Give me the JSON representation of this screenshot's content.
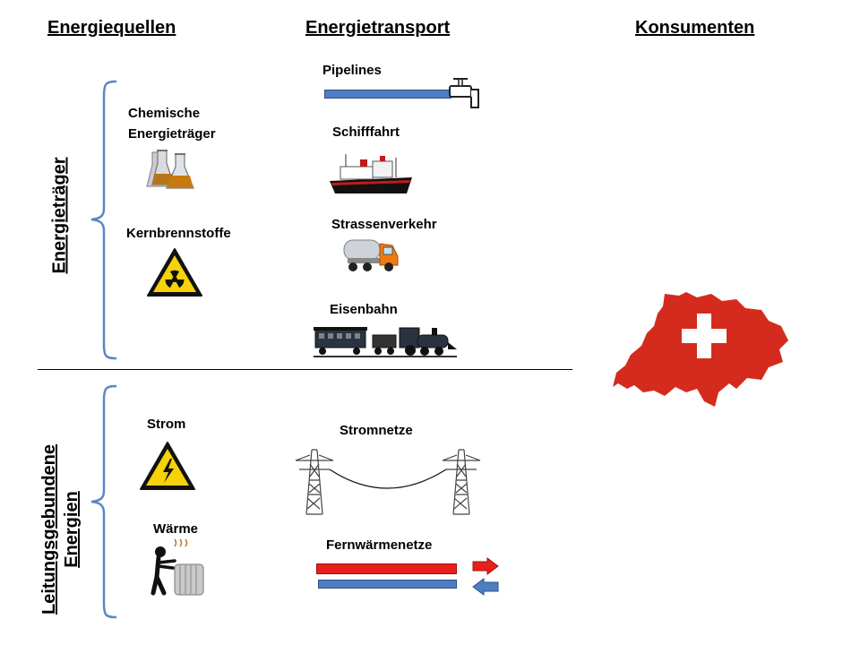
{
  "columns": {
    "sources": "Energiequellen",
    "transport": "Energietransport",
    "consumers": "Konsumenten"
  },
  "groups": {
    "carriers": "Energieträger",
    "grid_line1": "Leitungsgebundene",
    "grid_line2": "Energien"
  },
  "sources": {
    "chemical_line1": "Chemische",
    "chemical_line2": "Energieträger",
    "nuclear": "Kernbrennstoffe",
    "electricity": "Strom",
    "heat": "Wärme"
  },
  "transport": {
    "pipelines": "Pipelines",
    "shipping": "Schifffahrt",
    "road": "Strassenverkehr",
    "rail": "Eisenbahn",
    "power_grid": "Stromnetze",
    "district_heating": "Fernwärmenetze"
  },
  "colors": {
    "bracket": "#5b86c5",
    "pipe_blue": "#4f7dc2",
    "pipe_red": "#e8201a",
    "swiss_red": "#d52b1e",
    "warning_yellow": "#f5d20a"
  },
  "icons": {
    "chemical": "flasks-icon",
    "nuclear": "radiation-warning-icon",
    "electricity": "high-voltage-warning-icon",
    "heat": "person-radiator-icon",
    "pipelines": "faucet-icon",
    "shipping": "ship-icon",
    "road": "tanker-truck-icon",
    "rail": "train-icon",
    "power_grid": "power-pylons-icon",
    "consumers": "switzerland-map-icon"
  }
}
